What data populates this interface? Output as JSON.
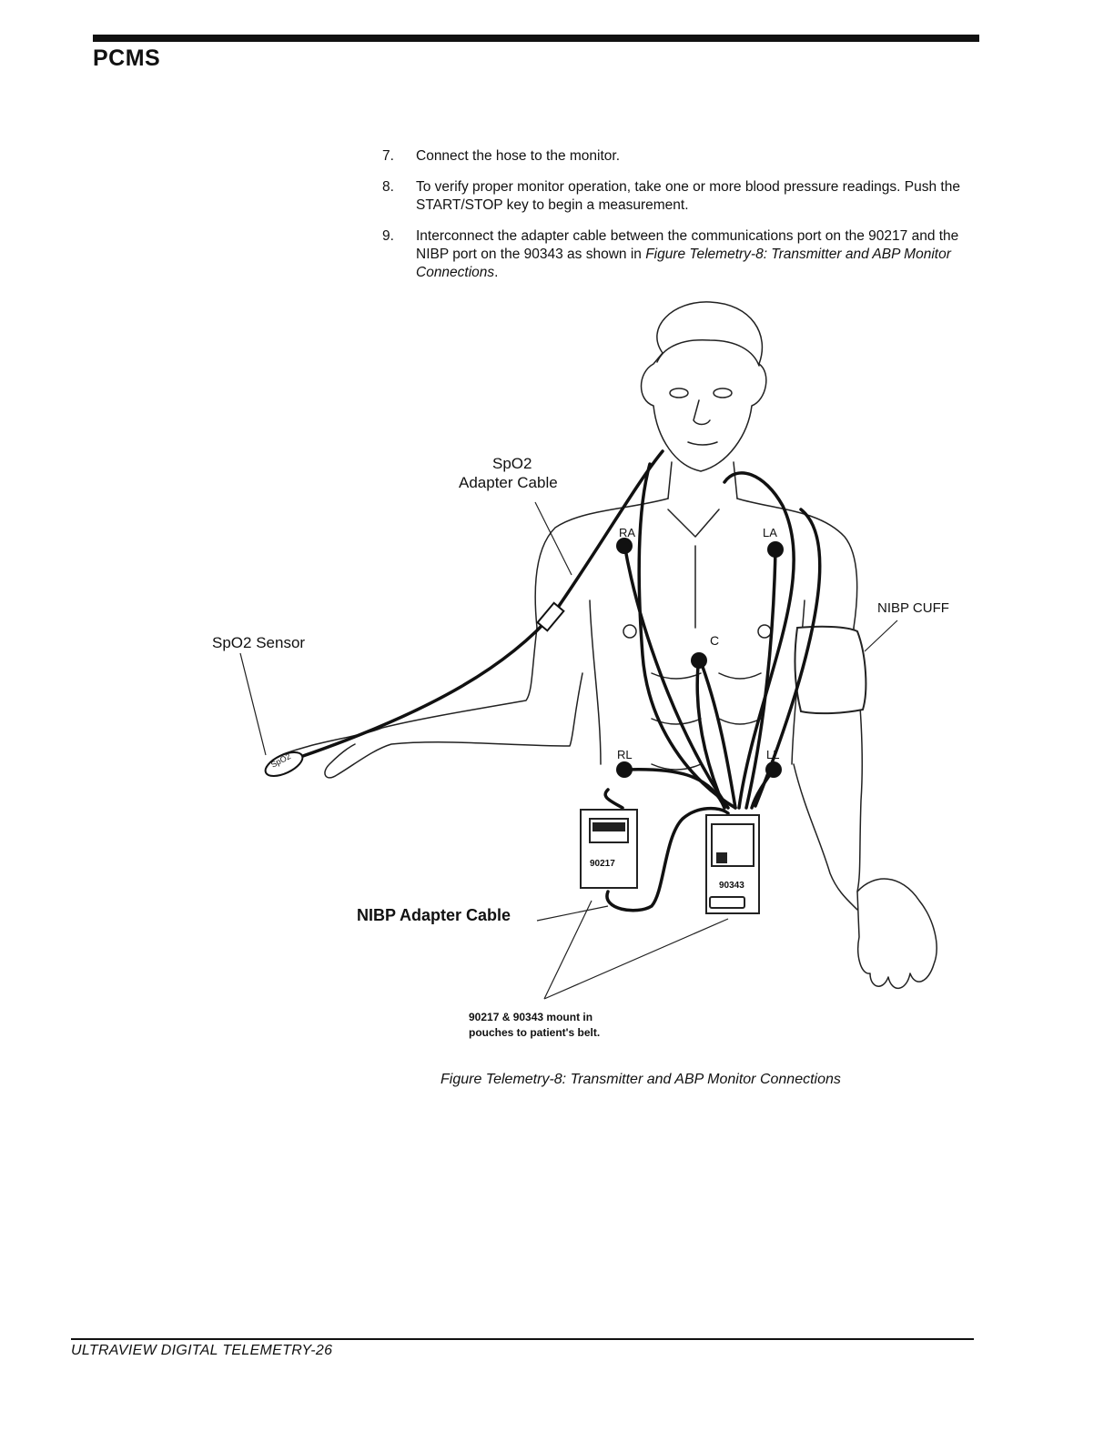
{
  "header": {
    "title": "PCMS"
  },
  "steps": [
    {
      "num": "7.",
      "text": "Connect the hose to the monitor."
    },
    {
      "num": "8.",
      "text": "To verify proper monitor operation, take one or more blood pressure readings. Push the START/STOP key to begin a measurement."
    },
    {
      "num": "9.",
      "text_before": "Interconnect the adapter cable between the communications port on the 90217 and the NIBP port on the 90343 as shown in ",
      "text_italic": "Figure Telemetry-8: Transmitter and ABP Monitor Connections",
      "text_after": "."
    }
  ],
  "figure": {
    "labels": {
      "spo2_adapter_cable_line1": "SpO2",
      "spo2_adapter_cable_line2": "Adapter Cable",
      "spo2_sensor": "SpO2 Sensor",
      "nibp_cuff": "NIBP CUFF",
      "nibp_adapter_cable": "NIBP Adapter Cable",
      "ra": "RA",
      "la": "LA",
      "c": "C",
      "rl": "RL",
      "ll": "LL",
      "device_90217": "90217",
      "device_90343": "90343",
      "finger_sensor": "SpO2",
      "mount_note_line1": "90217 & 90343 mount in",
      "mount_note_line2": "pouches to patient's belt."
    },
    "caption": "Figure Telemetry-8: Transmitter and ABP Monitor Connections"
  },
  "footer": {
    "text": "ULTRAVIEW DIGITAL TELEMETRY-26"
  }
}
